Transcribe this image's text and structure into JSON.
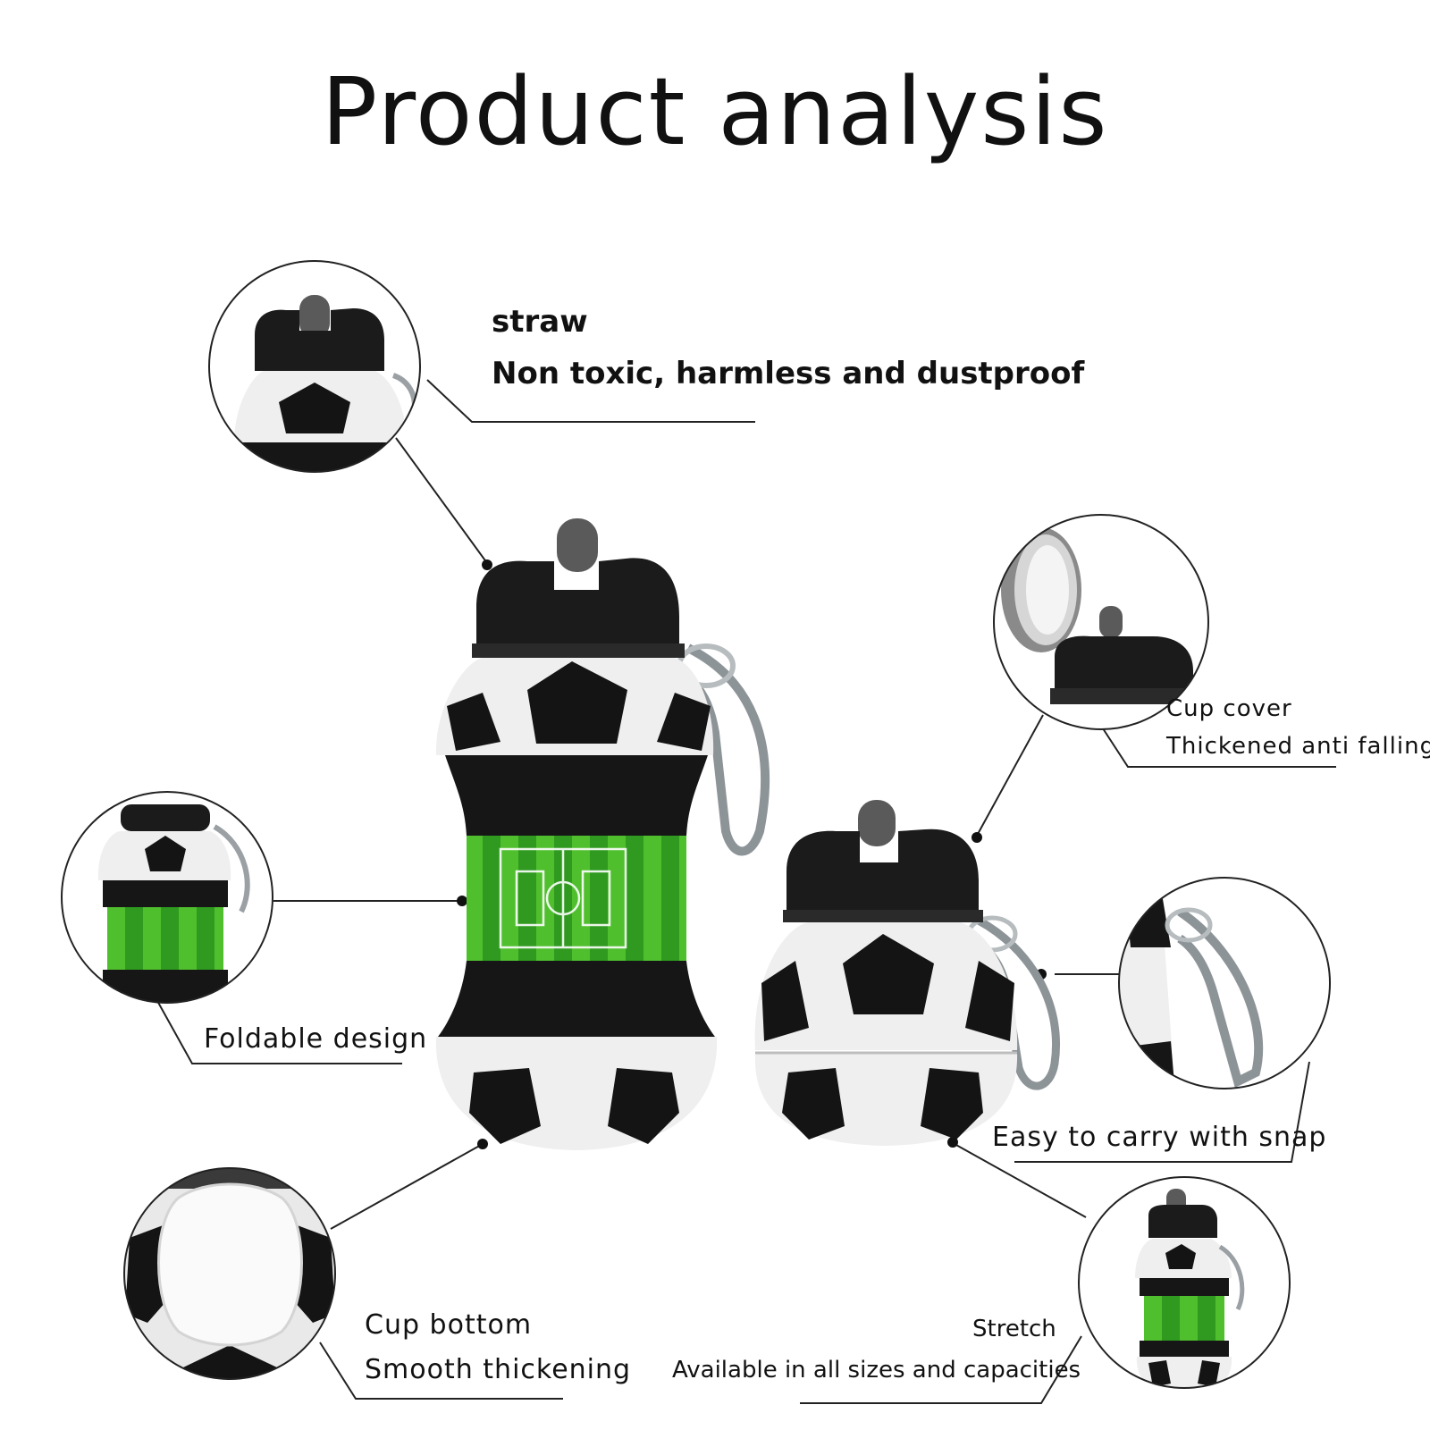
{
  "page": {
    "title": "Product analysis"
  },
  "callouts": {
    "straw": {
      "heading": "straw",
      "detail": "Non toxic, harmless and dustproof"
    },
    "cup_cover": {
      "heading": "Cup cover",
      "detail": "Thickened anti falling"
    },
    "foldable": {
      "heading": "Foldable design"
    },
    "snap": {
      "heading": "Easy to carry with snap"
    },
    "cup_bottom": {
      "heading": "Cup bottom",
      "detail": "Smooth thickening"
    },
    "stretch": {
      "heading": "Stretch",
      "detail": "Available in all sizes and capacities"
    }
  },
  "colors": {
    "background": "#ffffff",
    "ink": "#111111",
    "bottle_black": "#1b1b1b",
    "bottle_white": "#f2f2f2",
    "field_green": "#3fae2a",
    "carabiner": "#9aa0a4"
  },
  "icons": [
    "straw-lid-icon",
    "cup-cover-icon",
    "carabiner-icon",
    "soccer-ball-icon"
  ]
}
